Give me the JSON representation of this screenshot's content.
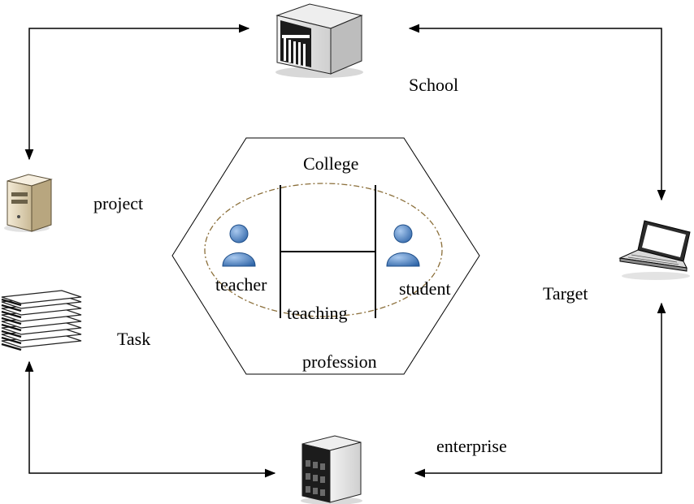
{
  "labels": {
    "school": "School",
    "college": "College",
    "project": "project",
    "teacher": "teacher",
    "student": "student",
    "teaching": "teaching",
    "task": "Task",
    "profession": "profession",
    "target": "Target",
    "enterprise": "enterprise"
  },
  "icons": {
    "school": "school-building-icon",
    "project": "server-tower-icon",
    "task": "paper-stack-icon",
    "target": "laptop-icon",
    "enterprise": "office-building-icon",
    "teacher": "person-icon",
    "student": "person-icon"
  }
}
